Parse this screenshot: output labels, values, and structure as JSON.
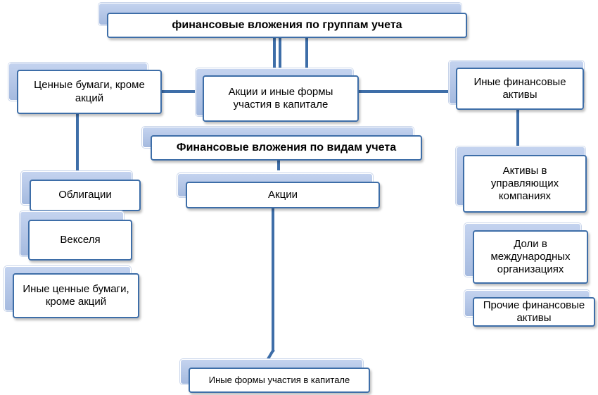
{
  "diagram": {
    "top_title": "финансовые вложения по группам учета",
    "securities": "Ценные бумаги, кроме акций",
    "shares_capital": "Акции и иные формы участия в капитале",
    "other_assets": "Иные финансовые активы",
    "by_type_title": "Финансовые вложения по видам учета",
    "bonds": "Облигации",
    "bills": "Векселя",
    "other_securities": "Иные ценные бумаги, кроме акций",
    "shares": "Акции",
    "other_capital_forms": "Иные формы участия в капитале",
    "managed_assets": "Активы в управляющих компаниях",
    "international_shares": "Доли в международных организациях",
    "other_fin_assets": "Прочие финансовые активы"
  },
  "colors": {
    "connector": "#3e6ea8",
    "node_border": "#3e6ea8",
    "back_fill": "#b4c7e7"
  }
}
